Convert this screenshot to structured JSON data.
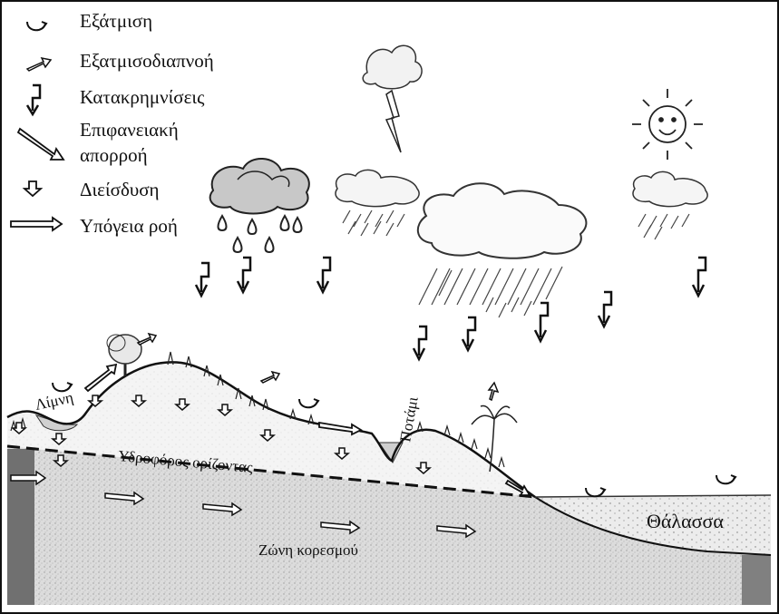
{
  "legend": {
    "evaporation": "Εξάτμιση",
    "evapotranspiration": "Εξατμισοδιαπνοή",
    "precipitation": "Κατακρημνίσεις",
    "runoff_line1": "Επιφανειακή",
    "runoff_line2": "απορροή",
    "infiltration": "Διείσδυση",
    "groundwater_flow": "Υπόγεια ροή"
  },
  "labels": {
    "lake": "Λίμνη",
    "river": "Ποτάμι",
    "water_table": "Υδροφόρος ορίζοντας",
    "saturation_zone": "Ζώνη κορεσμού",
    "sea": "Θάλασσα"
  },
  "icons": [
    "evaporation-icon",
    "evapotranspiration-icon",
    "precipitation-icon",
    "runoff-icon",
    "infiltration-icon",
    "groundwater-flow-icon",
    "storm-cloud-icon",
    "lightning-icon",
    "sun-icon",
    "rain-cloud-icon",
    "tree-icon",
    "palm-tree-icon"
  ]
}
